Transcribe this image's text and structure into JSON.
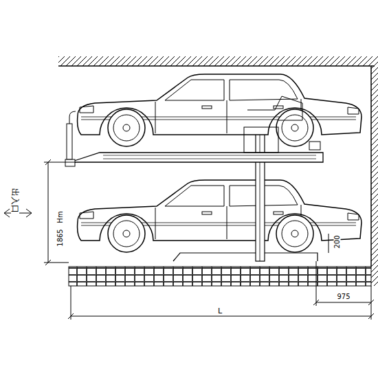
{
  "diagram": {
    "labels": [
      "出入口",
      "Hm",
      "1865",
      "200",
      "975",
      "L"
    ]
  }
}
